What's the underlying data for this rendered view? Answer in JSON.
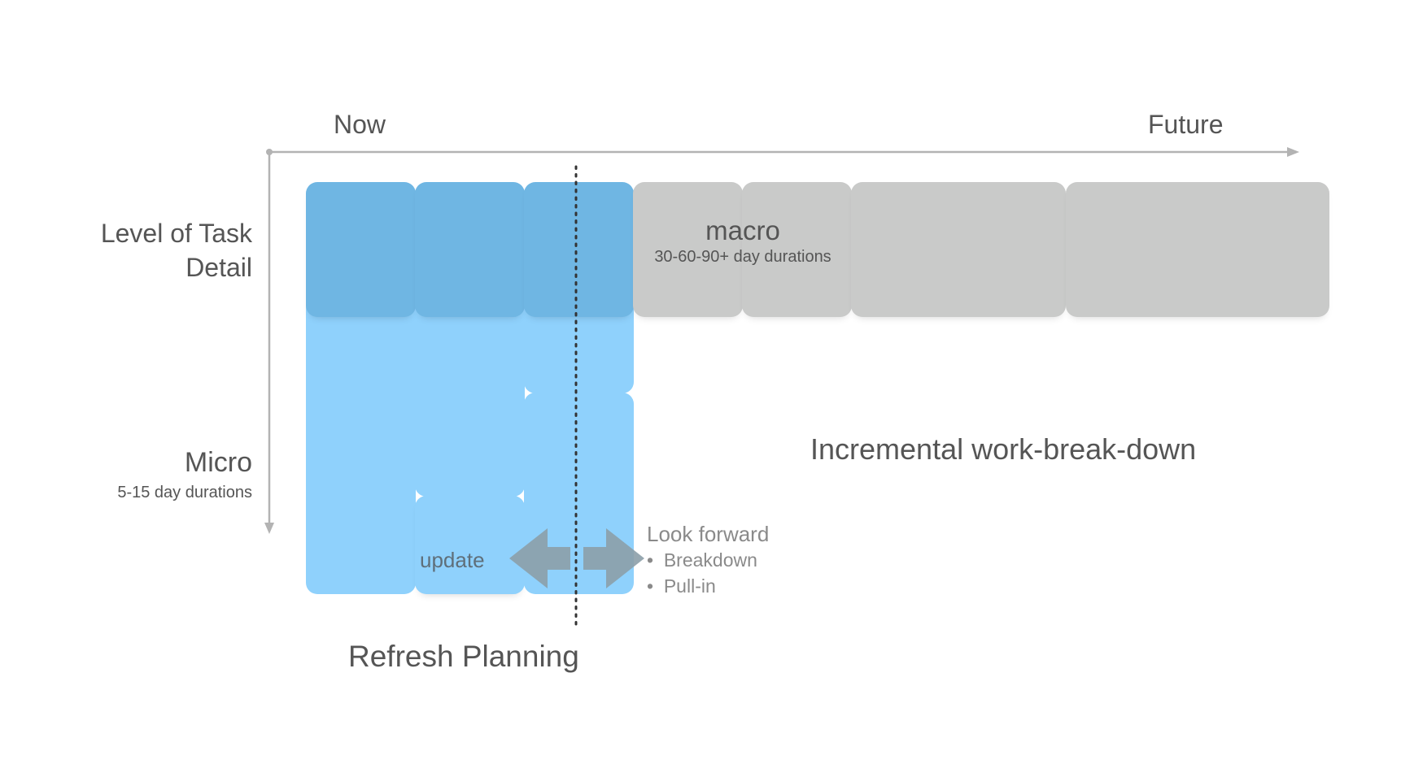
{
  "axis": {
    "time_start_label": "Now",
    "time_end_label": "Future",
    "detail_high_label_line1": "Level of Task",
    "detail_high_label_line2": "Detail",
    "detail_low_label": "Micro",
    "detail_low_sublabel": "5-15 day durations"
  },
  "macro": {
    "label": "macro",
    "sublabel": "30-60-90+ day durations"
  },
  "refresh": {
    "update_label": "update",
    "title": "Refresh Planning"
  },
  "look_forward": {
    "title": "Look forward",
    "bullets": [
      "Breakdown",
      "Pull-in"
    ]
  },
  "incremental_label": "Incremental work-break-down",
  "colors": {
    "blue_dark": "#6fb6e3",
    "blue_light": "#8fd1fc",
    "grey_block": "#c9cac9",
    "axis": "#b3b3b3",
    "arrow": "#8c9ea8",
    "text": "#555555"
  }
}
